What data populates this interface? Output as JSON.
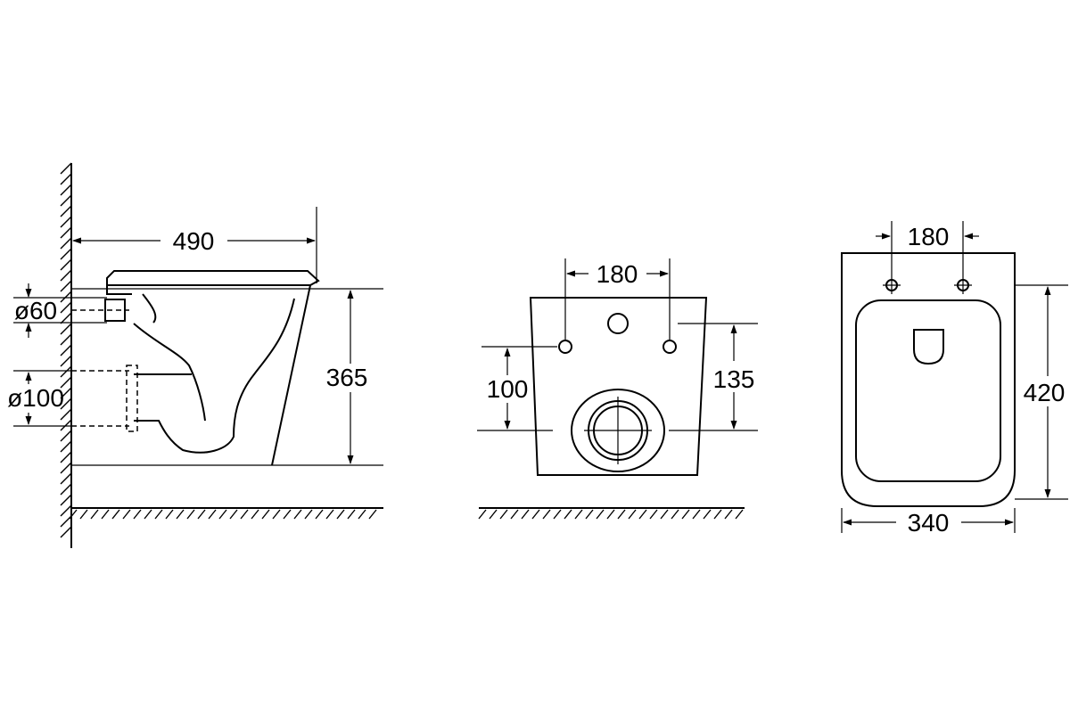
{
  "side_view": {
    "depth_label": "490",
    "height_label": "365",
    "upper_pipe_label": "ø60",
    "lower_pipe_label": "ø100"
  },
  "front_view": {
    "bolt_spacing_label": "180",
    "left_height_label": "100",
    "right_height_label": "135"
  },
  "top_view": {
    "bolt_spacing_label": "180",
    "length_label": "420",
    "width_label": "340"
  }
}
